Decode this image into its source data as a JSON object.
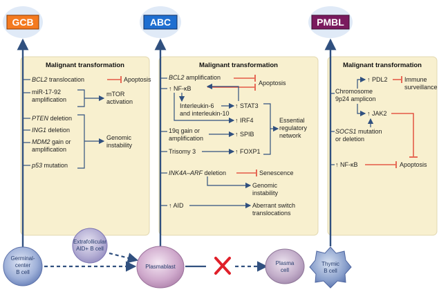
{
  "labels": {
    "gcb": "GCB",
    "abc": "ABC",
    "pmbl": "PMBL"
  },
  "colors": {
    "gcb": "#f47a20",
    "abc": "#1f6fd1",
    "pmbl": "#7a1a5e",
    "panel": "#f8f0cf",
    "arrow": "#30507f",
    "inhibit": "#e03a2a",
    "cross": "#e0202a"
  },
  "gcb_panel": {
    "title": "Malignant transformation",
    "bcl2": "BCL2",
    "bcl2_rest": " translocation",
    "apoptosis": "Apoptosis",
    "mir_1": "miR-17-92",
    "mir_2": "amplification",
    "mtor_1": "mTOR",
    "mtor_2": "activation",
    "pten": "PTEN",
    "pten_rest": " deletion",
    "ing1": "ING1",
    "ing1_rest": " deletion",
    "mdm2": "MDM2",
    "mdm2_rest": " gain or",
    "mdm2_2": "amplification",
    "p53": "p53",
    "p53_rest": " mutation",
    "genomic_1": "Genomic",
    "genomic_2": "instability"
  },
  "abc_panel": {
    "title": "Malignant transformation",
    "bcl2": "BCL2",
    "bcl2_rest": " amplification",
    "apoptosis": "Apoptosis",
    "nfkb": "↑ NF-κB",
    "il_1": "Interleukin-6",
    "il_2": "and interleukin-10",
    "stat3": "↑ STAT3",
    "irf4": "↑ IRF4",
    "q19_1": "19q gain or",
    "q19_2": "amplification",
    "spib": "↑ SPIB",
    "trisomy": "Trisomy 3",
    "foxp1": "↑ FOXP1",
    "ern_1": "Essential",
    "ern_2": "regulatory",
    "ern_3": "network",
    "ink": "INK4A–ARF",
    "ink_rest": " deletion",
    "senescence": "Senescence",
    "genomic_1": "Genomic",
    "genomic_2": "instability",
    "aid": "↑ AID",
    "switch_1": "Aberrant switch",
    "switch_2": "translocations"
  },
  "pmbl_panel": {
    "title": "Malignant transformation",
    "pdl2": "↑ PDL2",
    "immune_1": "Immune",
    "immune_2": "surveillance",
    "chr_1": "Chromosome",
    "chr_2": "9p24 amplicon",
    "jak2": "↑ JAK2",
    "socs_1": "SOCS1",
    "socs_1_rest": " mutation",
    "socs_2": "or deletion",
    "nfkb": "↑ NF-κB",
    "apoptosis": "Apoptosis"
  },
  "cells": {
    "gc_1": "Germinal-",
    "gc_2": "center",
    "gc_3": "B cell",
    "ef_1": "Extrafollicular",
    "ef_2": "AID+ B cell",
    "plasmablast": "Plasmablast",
    "plasma_1": "Plasma",
    "plasma_2": "cell",
    "thymic_1": "Thymic",
    "thymic_2": "B cell"
  }
}
